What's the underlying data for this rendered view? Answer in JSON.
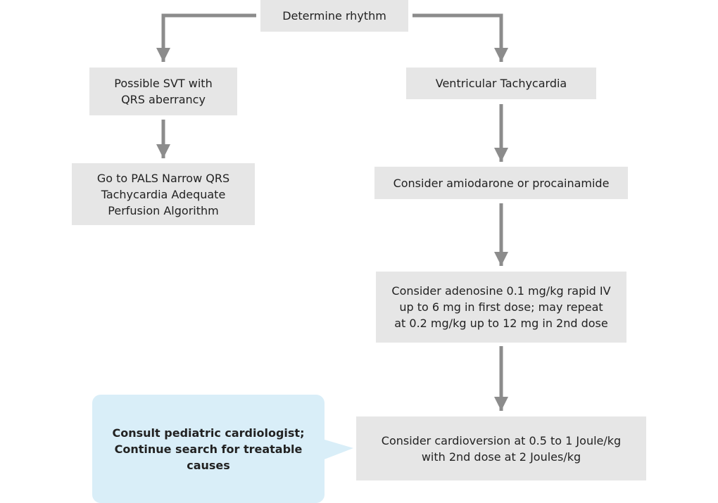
{
  "nodes": {
    "determine_rhythm": "Determine rhythm",
    "possible_svt": "Possible SVT with\nQRS aberrancy",
    "go_to_pals": "Go to PALS Narrow QRS\nTachycardia Adequate\nPerfusion Algorithm",
    "ventricular_tachycardia": "Ventricular Tachycardia",
    "consider_amiodarone": "Consider amiodarone or procainamide",
    "consider_adenosine": "Consider adenosine 0.1 mg/kg rapid IV\nup to 6 mg in first dose; may repeat\nat 0.2 mg/kg up to 12 mg in 2nd dose",
    "consider_cardioversion": "Consider cardioversion at 0.5 to 1 Joule/kg\nwith 2nd dose at 2 Joules/kg",
    "consult_cardiologist": "Consult pediatric cardiologist;\nContinue search for treatable\ncauses"
  },
  "colors": {
    "box_fill": "#e6e6e6",
    "callout_fill": "#d9eef8",
    "connector": "#8c8c8c",
    "text": "#222222"
  }
}
